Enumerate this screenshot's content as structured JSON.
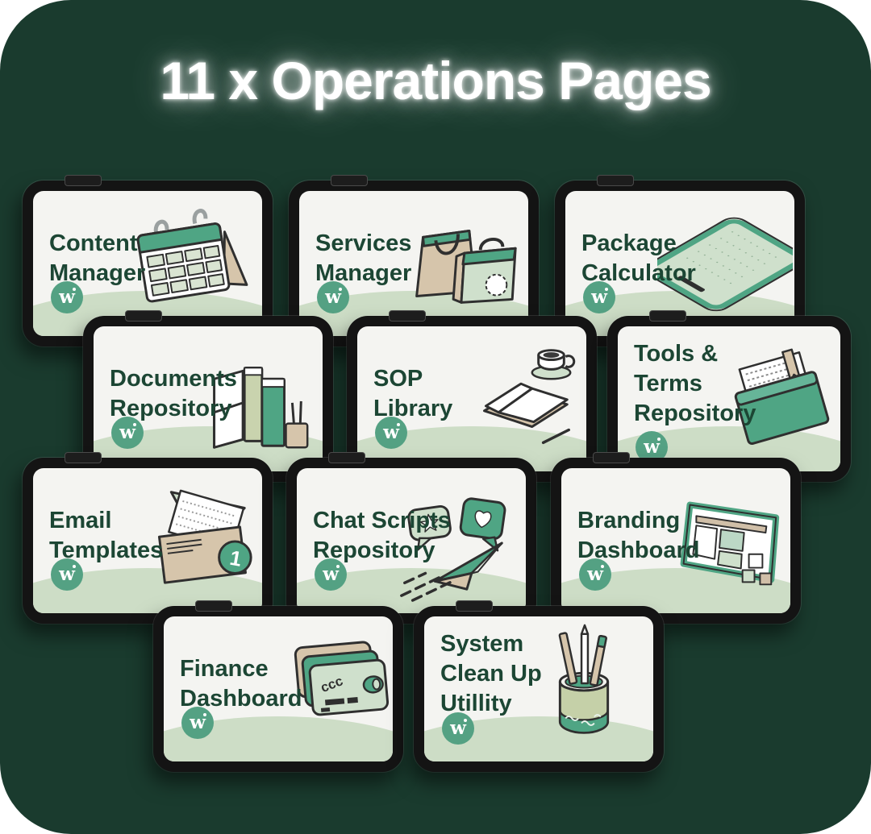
{
  "page": {
    "title": "11 x Operations Pages"
  },
  "badge": {
    "letter": "w"
  },
  "colors": {
    "background_panel": "#1a3b2e",
    "screen": "#f4f4f1",
    "hill": "#cdddc6",
    "card_title_text": "#1c4634",
    "accent_green": "#4fa584",
    "badge_green": "#54a183",
    "tan": "#d6c5ab",
    "pale_green": "#cfe0cc",
    "frame_black": "#141414",
    "title_text": "#ffffff"
  },
  "cards": [
    {
      "title_lines": [
        "Content",
        "Manager"
      ],
      "illustration": "calendar-icon"
    },
    {
      "title_lines": [
        "Services",
        "Manager"
      ],
      "illustration": "shopping-bags-icon"
    },
    {
      "title_lines": [
        "Package",
        "Calculator"
      ],
      "illustration": "tablet-calculator-icon"
    },
    {
      "title_lines": [
        "Documents",
        "Repository"
      ],
      "illustration": "books-shelf-icon"
    },
    {
      "title_lines": [
        "SOP",
        "Library"
      ],
      "illustration": "open-book-coffee-icon"
    },
    {
      "title_lines": [
        "Tools &",
        "Terms",
        "Repository"
      ],
      "illustration": "folder-icon"
    },
    {
      "title_lines": [
        "Email",
        "Templates"
      ],
      "illustration": "envelope-icon"
    },
    {
      "title_lines": [
        "Chat Scripts",
        "Repository"
      ],
      "illustration": "paper-plane-chat-icon"
    },
    {
      "title_lines": [
        "Branding",
        "Dashboard"
      ],
      "illustration": "design-board-icon"
    },
    {
      "title_lines": [
        "Finance",
        "Dashboard"
      ],
      "illustration": "credit-cards-icon"
    },
    {
      "title_lines": [
        "System",
        "Clean Up",
        "Utillity"
      ],
      "illustration": "pen-cup-icon"
    }
  ]
}
